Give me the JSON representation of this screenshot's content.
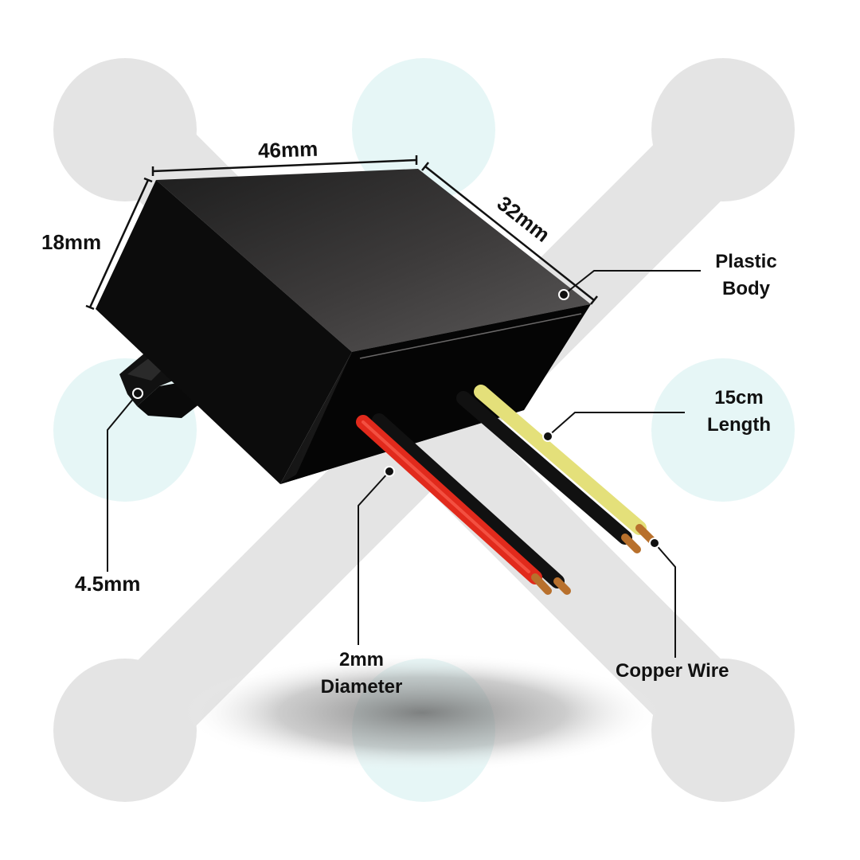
{
  "colors": {
    "background_blob": "#e4e4e4",
    "accent_circle": "#e6f6f6",
    "housing_top": "#3a3838",
    "housing_front": "#1a1a1a",
    "housing_side": "#0e0e0e",
    "wire_red": "#e12a1c",
    "wire_black": "#111111",
    "wire_yellow": "#e4e07a",
    "copper": "#b8702c",
    "text": "#111111"
  },
  "dimensions": {
    "width": "46mm",
    "depth": "32mm",
    "height": "18mm",
    "mount": "4.5mm"
  },
  "callouts": {
    "plastic_body_line1": "Plastic",
    "plastic_body_line2": "Body",
    "length_line1": "15cm",
    "length_line2": "Length",
    "diameter_line1": "2mm",
    "diameter_line2": "Diameter",
    "copper_wire": "Copper Wire"
  },
  "icons": [
    "callout-dot-icon"
  ]
}
